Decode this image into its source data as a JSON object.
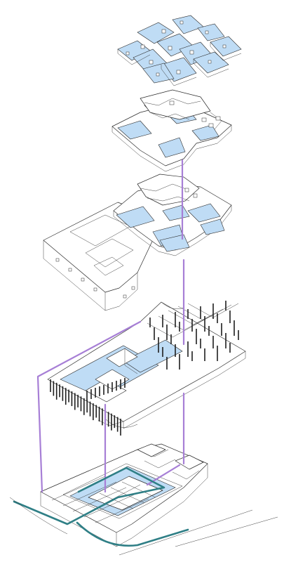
{
  "diagram": {
    "type": "exploded-axonometric",
    "layers": [
      {
        "id": "roof",
        "order": 1
      },
      {
        "id": "upper-floor",
        "order": 2
      },
      {
        "id": "main-floor",
        "order": 3
      },
      {
        "id": "ground-level",
        "order": 4
      },
      {
        "id": "basement",
        "order": 5
      }
    ],
    "colors": {
      "floor_fill": "#bfdcf5",
      "line": "#2b2b2b",
      "circulation_vertical": "#a77fd6",
      "circulation_ground": "#2f7f86"
    }
  }
}
